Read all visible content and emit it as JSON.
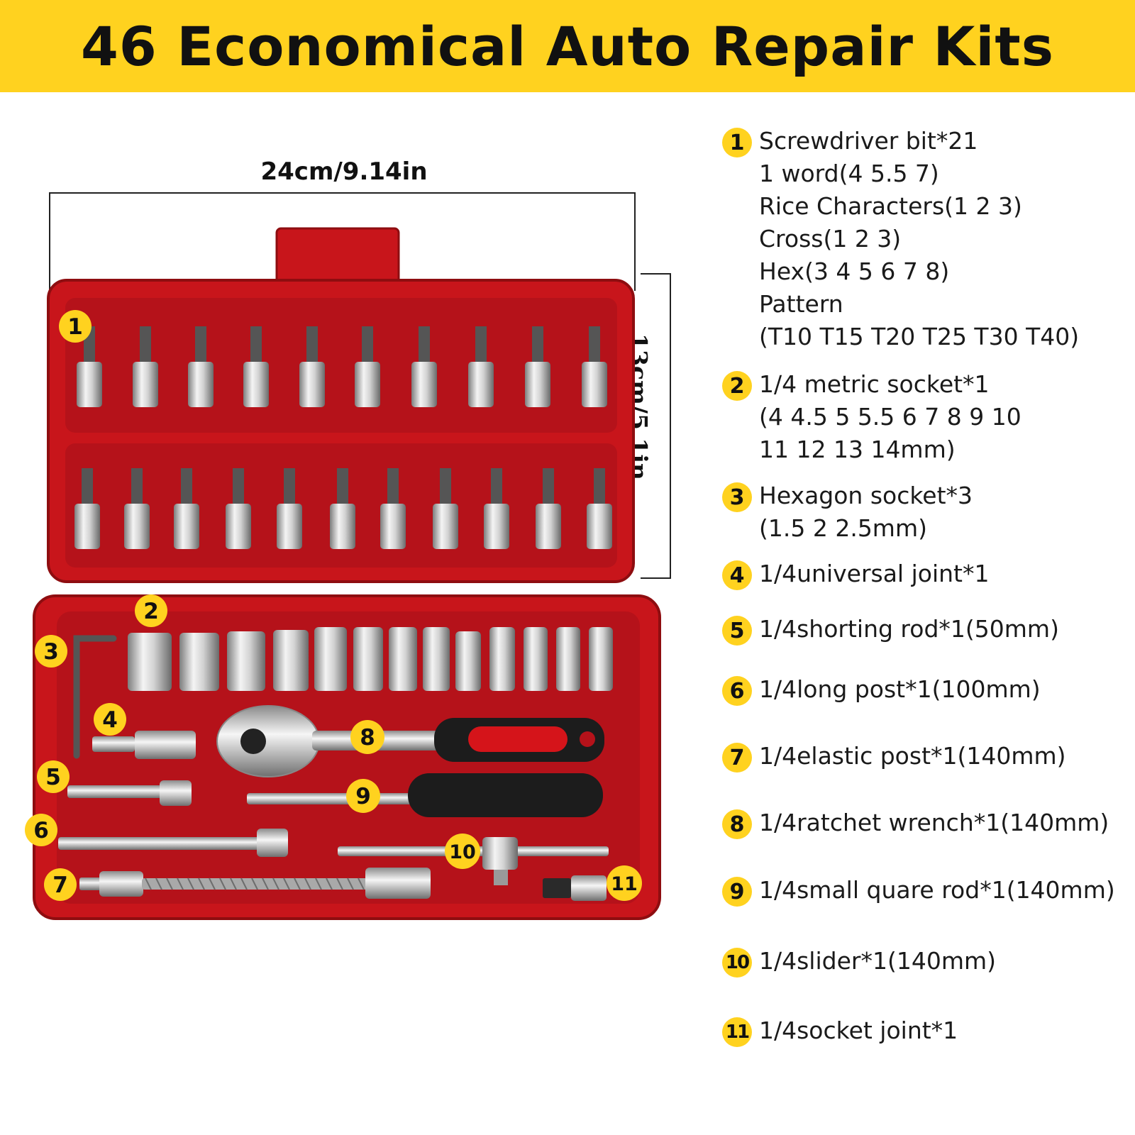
{
  "header": {
    "title": "46 Economical Auto Repair Kits"
  },
  "dimensions": {
    "width": "24cm/9.14in",
    "height": "13cm/5.1in"
  },
  "colors": {
    "banner": "#ffd21f",
    "case": "#c8151b",
    "badge": "#ffd21f"
  },
  "callouts": [
    "1",
    "2",
    "3",
    "4",
    "5",
    "6",
    "7",
    "8",
    "9",
    "10",
    "11"
  ],
  "legend": {
    "items": [
      {
        "num": "1",
        "lines": [
          "Screwdriver bit*21",
          "1 word(4 5.5 7)",
          "Rice Characters(1 2 3)",
          "Cross(1 2 3)",
          "Hex(3 4 5 6 7 8)",
          "Pattern",
          "(T10 T15 T20 T25 T30 T40)"
        ]
      },
      {
        "num": "2",
        "lines": [
          "1/4 metric socket*1",
          "(4 4.5 5 5.5 6 7 8 9 10",
          "11 12 13 14mm)"
        ]
      },
      {
        "num": "3",
        "lines": [
          "Hexagon socket*3",
          "(1.5 2 2.5mm)"
        ]
      },
      {
        "num": "4",
        "lines": [
          "1/4universal joint*1"
        ]
      },
      {
        "num": "5",
        "lines": [
          "1/4shorting rod*1(50mm)"
        ]
      },
      {
        "num": "6",
        "lines": [
          "1/4long post*1(100mm)"
        ]
      },
      {
        "num": "7",
        "lines": [
          "1/4elastic post*1(140mm)"
        ]
      },
      {
        "num": "8",
        "lines": [
          "1/4ratchet wrench*1(140mm)"
        ]
      },
      {
        "num": "9",
        "lines": [
          "1/4small quare rod*1(140mm)"
        ]
      },
      {
        "num": "10",
        "lines": [
          "1/4slider*1(140mm)"
        ]
      },
      {
        "num": "11",
        "lines": [
          "1/4socket joint*1"
        ]
      }
    ]
  }
}
